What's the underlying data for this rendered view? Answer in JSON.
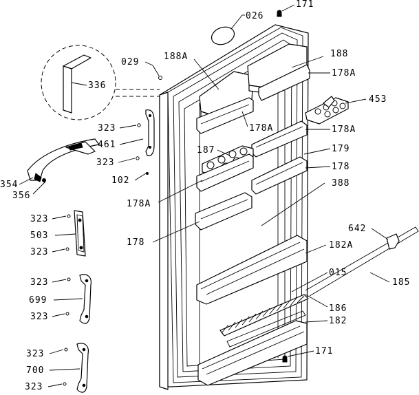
{
  "labels": {
    "p026": "026",
    "p171_top": "171",
    "p188A": "188A",
    "p029": "029",
    "p188": "188",
    "p178A_a": "178A",
    "p336": "336",
    "p453": "453",
    "p178A_b": "178A",
    "p323_a": "323",
    "p461": "461",
    "p178A_c": "178A",
    "p187": "187",
    "p179": "179",
    "p323_b": "323",
    "p178_a": "178",
    "p102": "102",
    "p388": "388",
    "p354": "354",
    "p356": "356",
    "p178A_d": "178A",
    "p323_c": "323",
    "p503": "503",
    "p642": "642",
    "p178_b": "178",
    "p323_d": "323",
    "p182A": "182A",
    "p015": "015",
    "p185": "185",
    "p323_e": "323",
    "p699": "699",
    "p186": "186",
    "p323_f": "323",
    "p182": "182",
    "p323_g": "323",
    "p171_bottom": "171",
    "p700": "700",
    "p323_h": "323"
  }
}
